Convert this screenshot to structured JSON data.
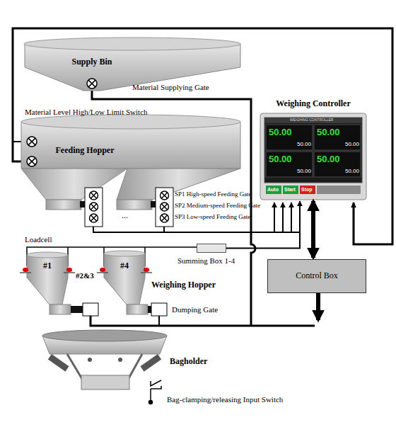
{
  "diagram": {
    "nodes": [
      {
        "text": [
          "Supply Bin"
        ]
      },
      {
        "text": [
          "Feeding Hopper"
        ]
      },
      {
        "text": [
          "Weighing Controller"
        ]
      },
      {
        "text": [
          "Summing Box 1-4"
        ]
      },
      {
        "text": [
          "#1"
        ]
      },
      {
        "text": [
          "#4"
        ]
      },
      {
        "text": [
          "Control Box"
        ]
      }
    ],
    "edges": [
      {
        "from": 3,
        "to": 2,
        "arrow": "to"
      },
      {
        "from": 6,
        "to": 2,
        "arrow": "both"
      }
    ],
    "labels": [
      "Material Supplying Gate",
      "Material Level High/Low Limit Switch",
      "SP1 High-speed Feeding Gate",
      "SP2 Medium-speed Feeding Gate",
      "SP3 Low-speed Feeding Gate",
      "...",
      "Loadcell",
      "#2&3",
      "Weighing Hopper",
      "Dumping Gate",
      "Bagholder",
      "Bag-clamping/releasing Input Switch",
      "WEIGHING CONTROLLER",
      "50.00",
      "50.00",
      "50.00",
      "50.00",
      "50.00",
      "50.00",
      "50.00",
      "50.00",
      "Auto",
      "Start",
      "Stop"
    ]
  }
}
